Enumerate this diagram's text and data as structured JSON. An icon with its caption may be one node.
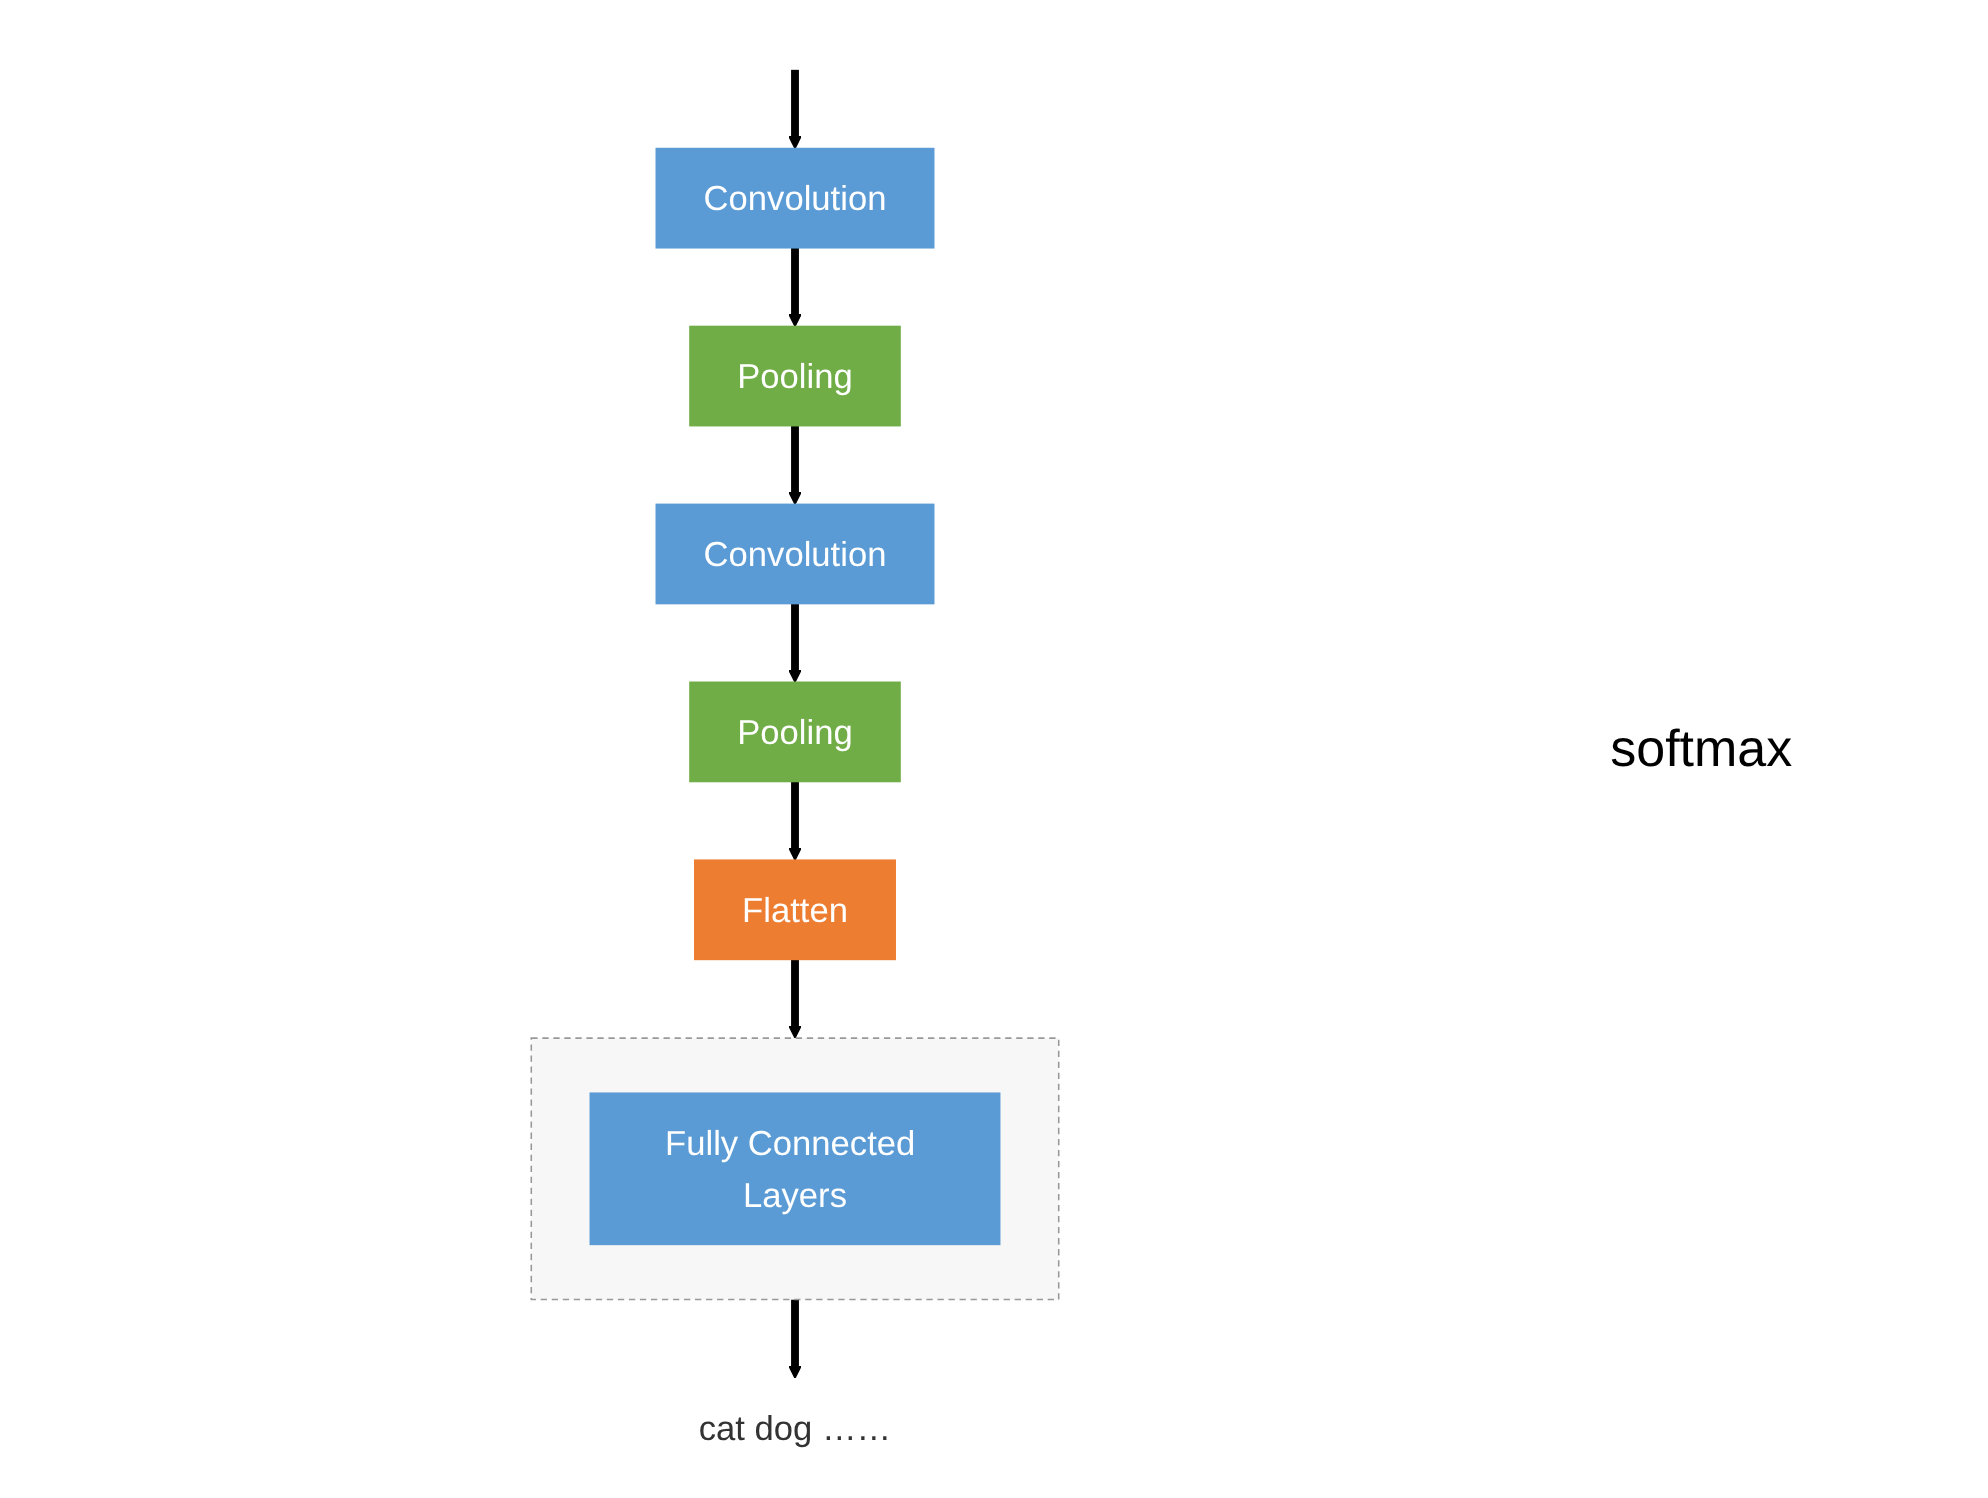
{
  "diagram": {
    "nodes": [
      {
        "text": [
          "Convolution"
        ]
      },
      {
        "text": [
          "Pooling"
        ]
      },
      {
        "text": [
          "Convolution"
        ]
      },
      {
        "text": [
          "Pooling"
        ]
      },
      {
        "text": [
          "Flatten"
        ]
      },
      {
        "text": [],
        "shape": "picture"
      },
      {
        "text": [
          "Fully Connected Layers"
        ],
        "in": 5
      },
      {
        "text": [
          "cat dog ……"
        ]
      }
    ],
    "edges": [
      {
        "from": null,
        "to": 0,
        "arrow": "to"
      },
      {
        "from": 0,
        "to": 1,
        "arrow": "to"
      },
      {
        "from": 1,
        "to": 2,
        "arrow": "to"
      },
      {
        "from": 2,
        "to": 3,
        "arrow": "to"
      },
      {
        "from": 3,
        "to": 4,
        "arrow": "to"
      },
      {
        "from": 4,
        "to": 5,
        "arrow": "to"
      },
      {
        "from": 5,
        "to": 7,
        "arrow": "to"
      }
    ],
    "labels": [
      "softmax"
    ]
  }
}
